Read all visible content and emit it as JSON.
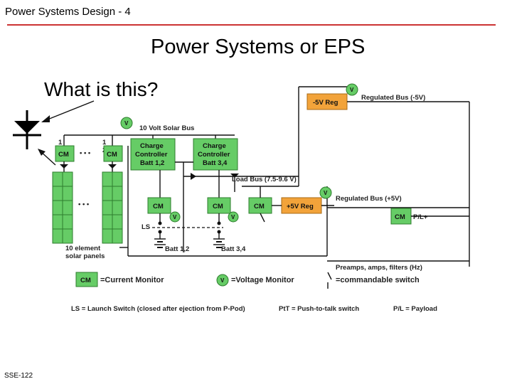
{
  "header": {
    "text": "Power Systems Design - 4"
  },
  "slide": {
    "title": "Power Systems or EPS",
    "question": "What is this?"
  },
  "footer": {
    "text": "SSE-122"
  },
  "diagram": {
    "minus5_reg": "-5V Reg",
    "regulated_bus_minus": "Regulated Bus (-5V)",
    "solar_bus": "10 Volt Solar Bus",
    "panel_num_1a": "1",
    "panel_num_1b": "1",
    "panel_num_2": "2",
    "cm": "CM",
    "charge_controller": "Charge",
    "controller": "Controller",
    "batt12": "Batt 1,2",
    "batt34": "Batt 3,4",
    "load_bus": "Load Bus (7.5-9.6 V)",
    "regulated_bus_plus": "Regulated Bus (+5V)",
    "plus5_reg": "+5V Reg",
    "pl_plus": "P/L+",
    "ls": "LS",
    "solar_panels_l1": "10 element",
    "solar_panels_l2": "solar panels",
    "preamps": "Preamps, amps, filters (Hz)",
    "v": "V",
    "ellipsis": "• • •",
    "legend_cm": "=Current Monitor",
    "legend_v": "=Voltage Monitor",
    "legend_switch": "=commandable switch",
    "note_ls": "LS = Launch Switch (closed after ejection from P-Pod)",
    "note_ptt": "PtT = Push-to-talk switch",
    "note_pl": "P/L = Payload"
  },
  "colors": {
    "accent_rule": "#cc3333",
    "module_green": "#66cc66",
    "regulator_orange": "#f2a33a"
  }
}
